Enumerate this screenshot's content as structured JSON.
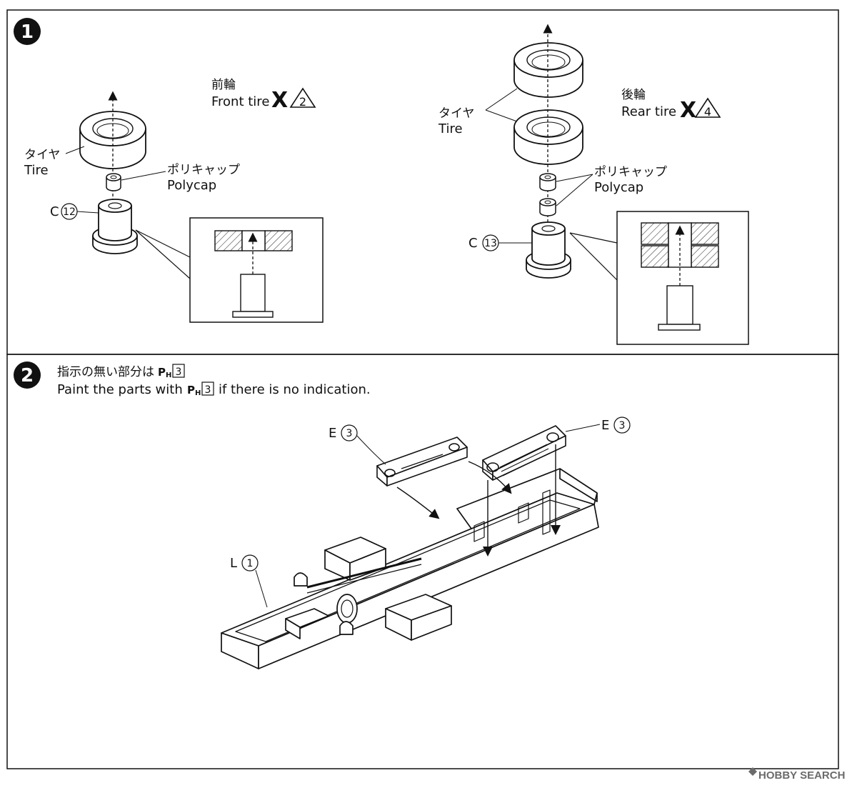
{
  "step1": {
    "number": "1",
    "front": {
      "title_jp": "前輪",
      "title_en": "Front tire",
      "qty_symbol": "X",
      "qty": "2",
      "tire_jp": "タイヤ",
      "tire_en": "Tire",
      "polycap_jp": "ポリキャップ",
      "polycap_en": "Polycap",
      "part_letter": "C",
      "part_number": "12"
    },
    "rear": {
      "title_jp": "後輪",
      "title_en": "Rear tire",
      "qty_symbol": "X",
      "qty": "4",
      "tire_jp": "タイヤ",
      "tire_en": "Tire",
      "polycap_jp": "ポリキャップ",
      "polycap_en": "Polycap",
      "part_letter": "C",
      "part_number": "13"
    }
  },
  "step2": {
    "number": "2",
    "note_jp_prefix": "指示の無い部分は",
    "note_en_prefix": "Paint the parts with",
    "note_en_suffix": "if there is no indication.",
    "paint_code_letter": "P",
    "paint_code_sub": "H",
    "paint_code_number": "3",
    "part_e_left_letter": "E",
    "part_e_left_number": "3",
    "part_e_right_letter": "E",
    "part_e_right_number": "3",
    "part_l_letter": "L",
    "part_l_number": "1"
  },
  "watermark": {
    "brand": "HOBBY SEARCH"
  },
  "colors": {
    "ink": "#111111",
    "hatch": "#444444",
    "watermark": "#6b6b6b"
  }
}
